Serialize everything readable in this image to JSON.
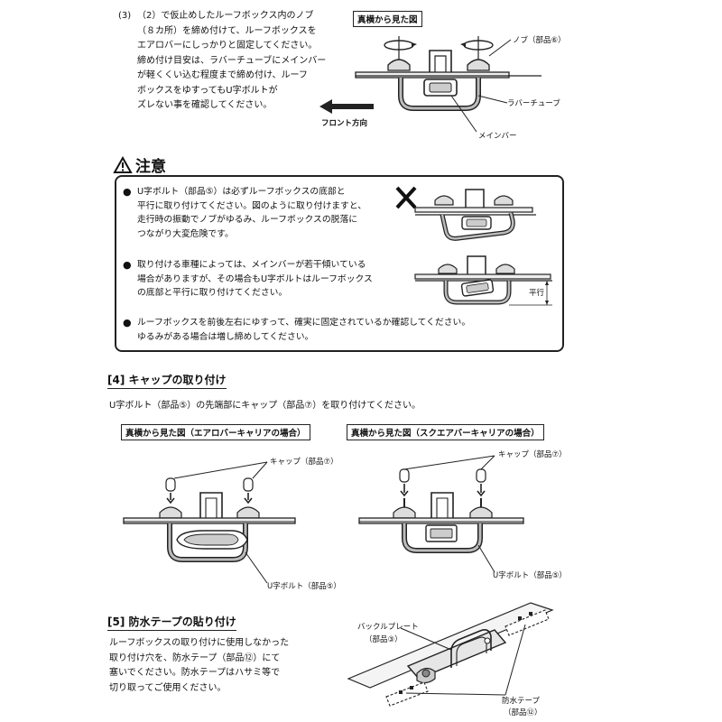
{
  "step3": {
    "number": "(3)",
    "lines": [
      "（2）で仮止めしたルーフボックス内のノブ",
      "（８カ所）を締め付けて、ルーフボックスを",
      "エアロバーにしっかりと固定してください。",
      "締め付け目安は、ラバーチューブにメインバー",
      "が軽くくい込む程度まで締め付け、ルーフ",
      "ボックスをゆすってもU字ボルトが",
      "ズレない事を確認してください。"
    ]
  },
  "fig1": {
    "title": "真横から見た図",
    "knob_label": "ノブ（部品⑥）",
    "rubber_label": "ラバーチューブ",
    "front_label": "フロント方向",
    "mainbar_label": "メインバー"
  },
  "caution": {
    "title": "注意",
    "bullet": "●",
    "items": [
      {
        "lines": [
          "U字ボルト（部品⑤）は必ずルーフボックスの底部と",
          "平行に取り付けてください。図のように取り付けますと、",
          "走行時の振動でノブがゆるみ、ルーフボックスの脱落に",
          "つながり大変危険です。"
        ]
      },
      {
        "lines": [
          "取り付ける車種によっては、メインバーが若干傾いている",
          "場合がありますが、その場合もU字ボルトはルーフボックス",
          "の底部と平行に取り付けてください。"
        ]
      },
      {
        "lines": [
          "ルーフボックスを前後左右にゆすって、確実に固定されているか確認してください。",
          "ゆるみがある場合は増し締めしてください。"
        ]
      }
    ],
    "parallel_label": "平行"
  },
  "section4": {
    "heading": "[4]  キャップの取り付け",
    "intro": "U字ボルト（部品⑤）の先端部にキャップ（部品⑦）を取り付けてください。",
    "fig_left": {
      "title": "真横から見た図（エアロバーキャリアの場合）",
      "cap_label": "キャップ（部品⑦）",
      "ubolt_label": "U字ボルト（部品⑤）"
    },
    "fig_right": {
      "title": "真横から見た図（スクエアバーキャリアの場合）",
      "cap_label": "キャップ（部品⑦）",
      "ubolt_label": "U字ボルト（部品⑤）"
    }
  },
  "section5": {
    "heading": "[5]  防水テープの貼り付け",
    "lines": [
      "ルーフボックスの取り付けに使用しなかった",
      "取り付け穴を、防水テープ（部品⑫）にて",
      "塞いでください。防水テープはハサミ等で",
      "切り取ってご使用ください。"
    ],
    "buckle_label1": "バックルプレート",
    "buckle_label2": "（部品③）",
    "tape_label1": "防水テープ",
    "tape_label2": "（部品⑫）"
  }
}
